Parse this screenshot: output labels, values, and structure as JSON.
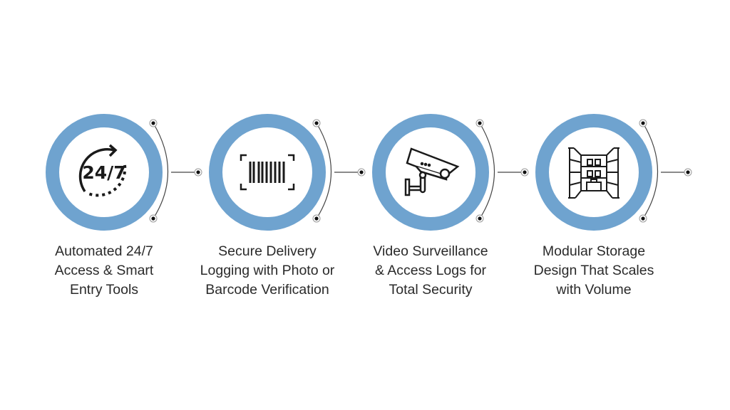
{
  "colors": {
    "ring": "#6fa3cf",
    "line": "#333333",
    "text": "#2a2a2a"
  },
  "steps": [
    {
      "icon": "clock-24-7-icon",
      "icon_text": "24/7",
      "lines": [
        "Automated 24/7",
        "Access & Smart",
        "Entry Tools"
      ]
    },
    {
      "icon": "barcode-icon",
      "lines": [
        "Secure Delivery",
        "Logging with Photo or",
        "Barcode Verification"
      ]
    },
    {
      "icon": "security-camera-icon",
      "lines": [
        "Video Surveillance",
        "& Access Logs for",
        "Total Security"
      ]
    },
    {
      "icon": "storage-shelves-icon",
      "lines": [
        "Modular Storage",
        "Design That Scales",
        "with Volume"
      ]
    }
  ]
}
